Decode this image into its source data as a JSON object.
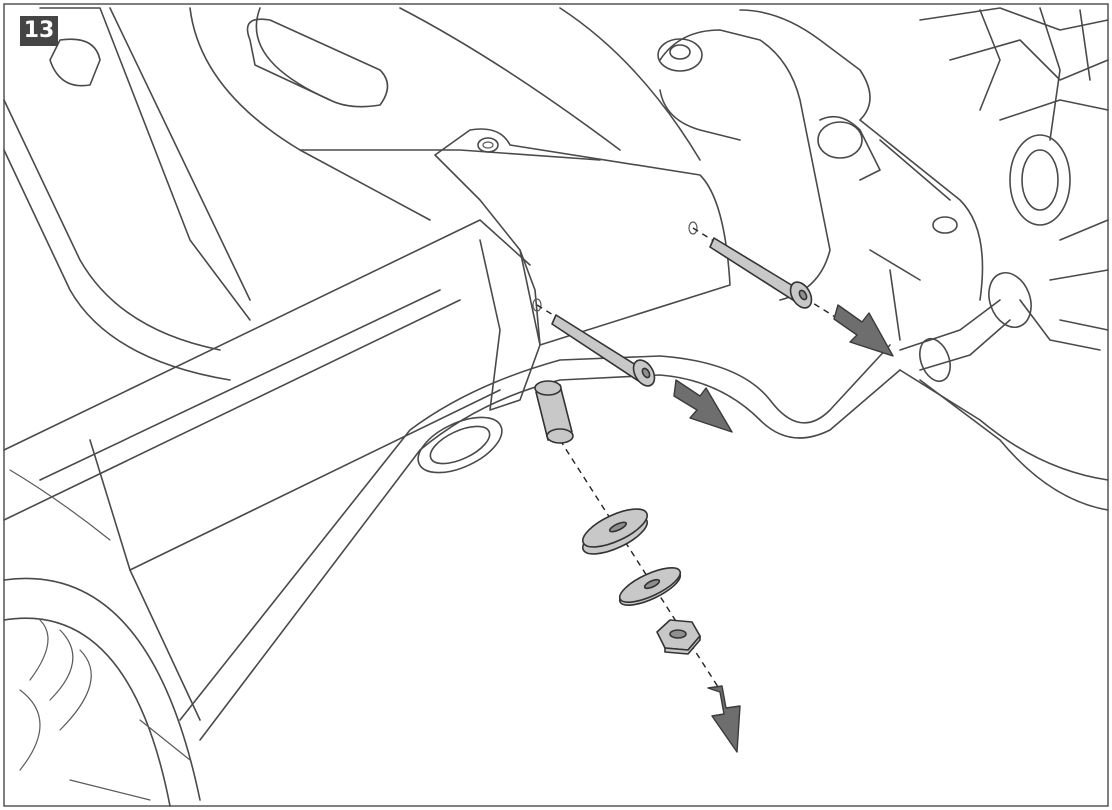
{
  "step": {
    "number": "13"
  },
  "colors": {
    "badge": "#454545",
    "line": "#4a4a4a",
    "hardware": "#c8c8c8",
    "arrow": "#6e6e6e"
  },
  "parts": [
    "bracket-plate",
    "bolt",
    "bolt",
    "spacer-sleeve",
    "thick-washer",
    "thin-washer",
    "hex-nut"
  ],
  "arrows": [
    "removal-arrow",
    "removal-arrow",
    "removal-arrow"
  ]
}
